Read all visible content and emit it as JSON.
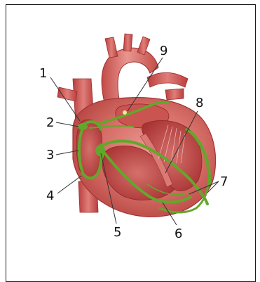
{
  "diagram": {
    "labels": {
      "l1": "1",
      "l2": "2",
      "l3": "3",
      "l4": "4",
      "l5": "5",
      "l6": "6",
      "l7": "7",
      "l8": "8",
      "l9": "9"
    }
  },
  "colors": {
    "heart_light": "#e38a84",
    "heart_mid": "#cf5f5a",
    "heart_dark": "#b33b3b",
    "chamber": "#c24845",
    "conduction": "#62a72c"
  }
}
